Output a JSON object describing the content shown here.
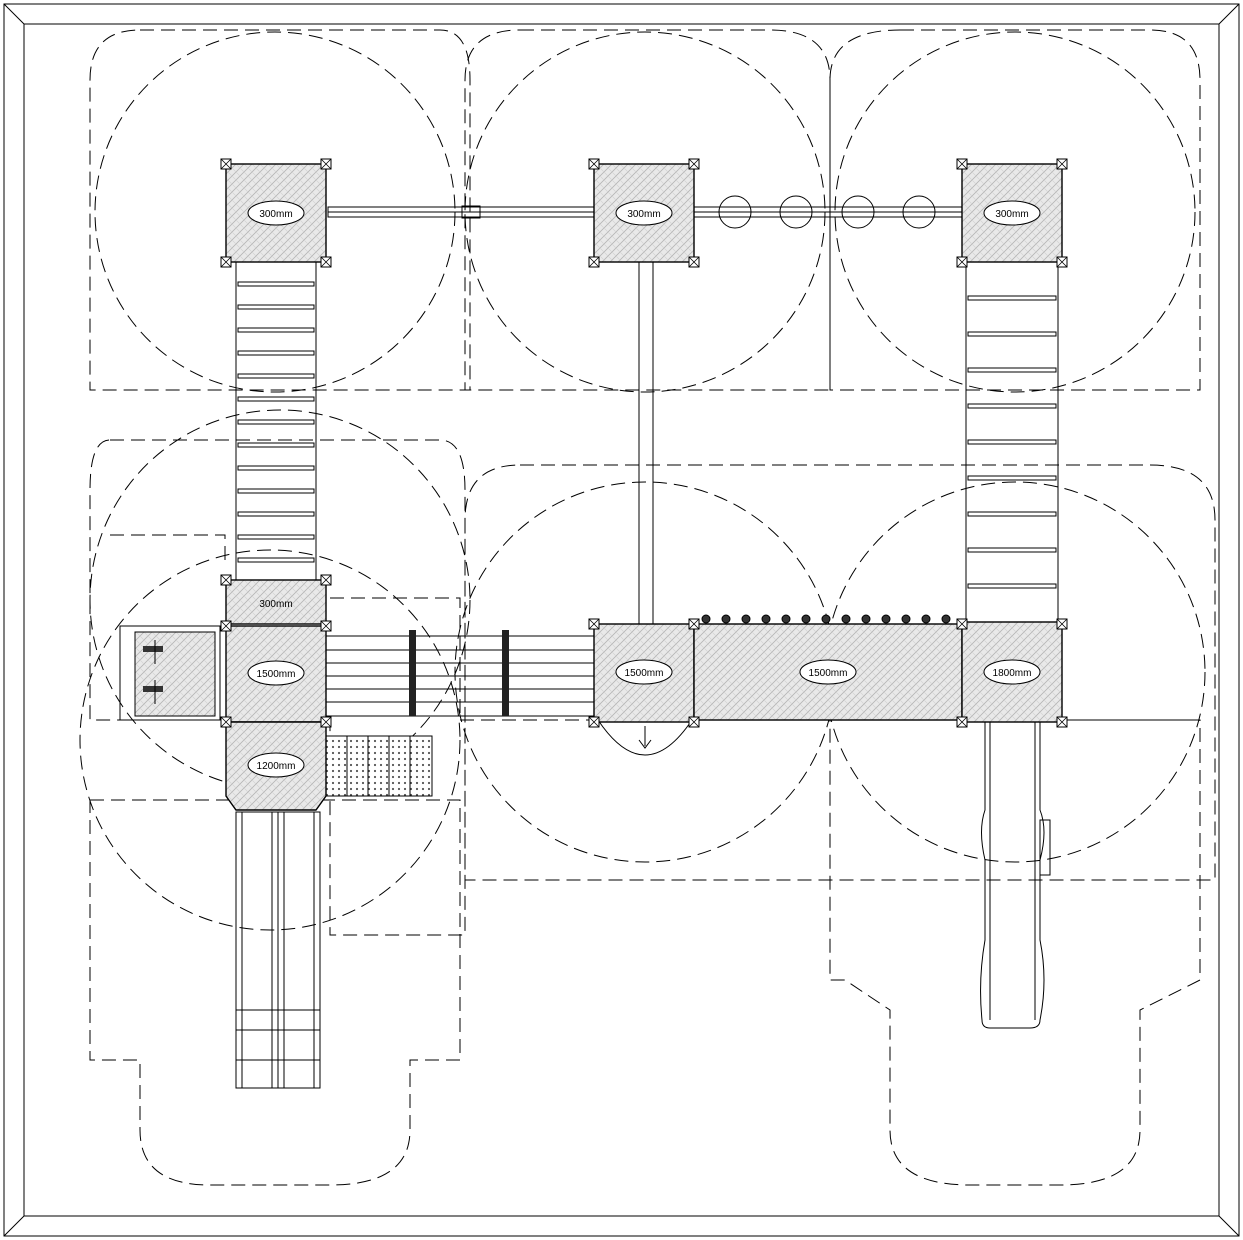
{
  "decks": [
    {
      "id": "deck-top-left",
      "label": "300mm"
    },
    {
      "id": "deck-top-middle",
      "label": "300mm"
    },
    {
      "id": "deck-top-right",
      "label": "300mm"
    },
    {
      "id": "deck-small-left",
      "label": "300mm"
    },
    {
      "id": "deck-main-left",
      "label": "1500mm"
    },
    {
      "id": "deck-lower-left",
      "label": "1200mm"
    },
    {
      "id": "deck-center",
      "label": "1500mm"
    },
    {
      "id": "deck-long-walkway",
      "label": "1500mm"
    },
    {
      "id": "deck-right",
      "label": "1800mm"
    }
  ]
}
